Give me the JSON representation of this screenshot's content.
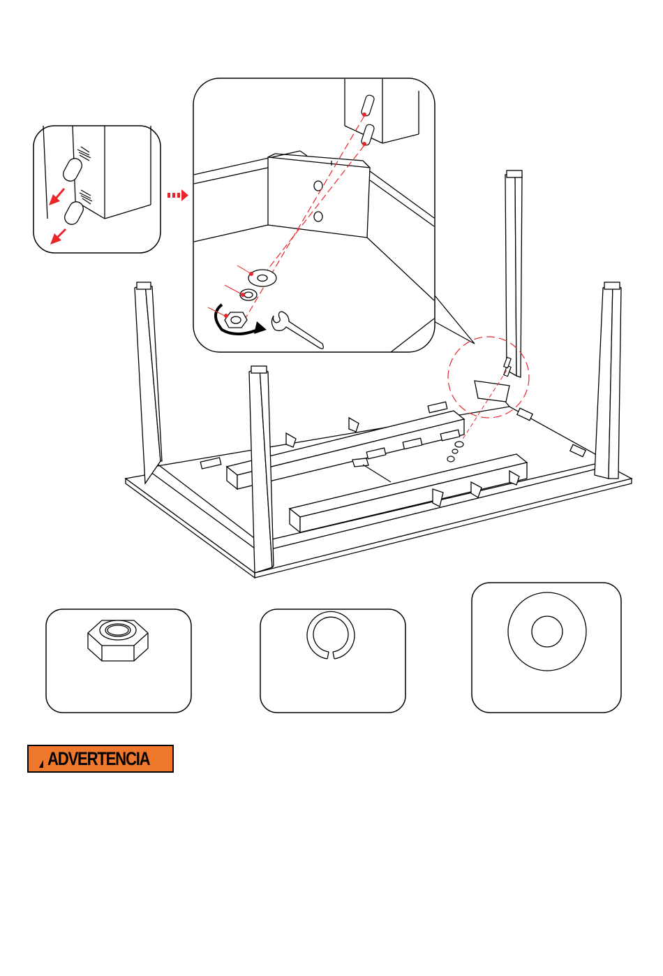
{
  "warning": {
    "label": "ADVERTENCIA",
    "background_color": "#f0782a",
    "icon": "warning-triangle-icon"
  },
  "colors": {
    "line": "#000000",
    "accent": "#e8262a"
  },
  "figures": [
    {
      "name": "bolt-detail-inset",
      "icon": "bolt-icon"
    },
    {
      "name": "hardware-detail-inset",
      "icon": "wrench-icon"
    },
    {
      "name": "table-assembly-illustration",
      "icon": "table-icon"
    },
    {
      "name": "hex-nut-part",
      "icon": "hex-nut-icon"
    },
    {
      "name": "split-lock-washer-part",
      "icon": "lock-washer-icon"
    },
    {
      "name": "flat-washer-part",
      "icon": "flat-washer-icon"
    }
  ]
}
